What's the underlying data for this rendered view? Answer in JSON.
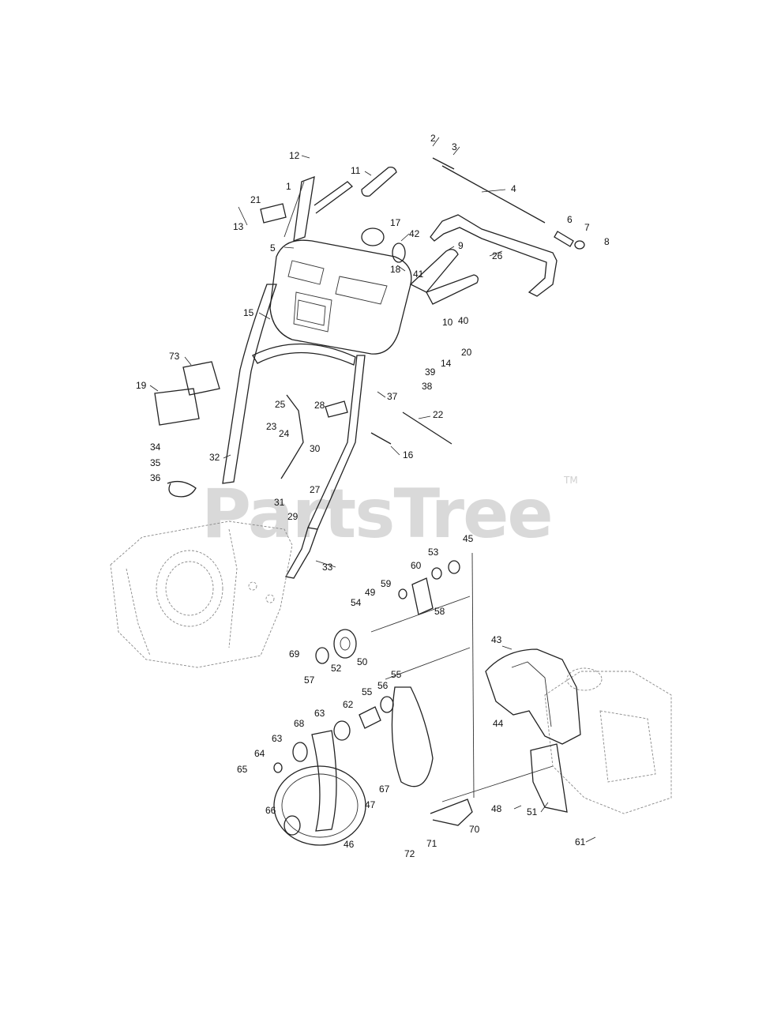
{
  "watermark": {
    "brand": "PartsTree",
    "trademark": "TM"
  },
  "callouts": [
    "1",
    "2",
    "3",
    "4",
    "5",
    "6",
    "7",
    "8",
    "9",
    "10",
    "11",
    "12",
    "13",
    "14",
    "15",
    "16",
    "17",
    "18",
    "19",
    "20",
    "21",
    "22",
    "23",
    "24",
    "25",
    "26",
    "27",
    "28",
    "29",
    "30",
    "31",
    "32",
    "33",
    "34",
    "35",
    "36",
    "37",
    "38",
    "39",
    "40",
    "41",
    "42",
    "43",
    "44",
    "45",
    "46",
    "47",
    "48",
    "49",
    "50",
    "51",
    "52",
    "53",
    "54",
    "55",
    "56",
    "57",
    "58",
    "59",
    "60",
    "61",
    "62",
    "63",
    "63",
    "64",
    "65",
    "66",
    "67",
    "68",
    "69",
    "70",
    "71",
    "72",
    "73"
  ]
}
